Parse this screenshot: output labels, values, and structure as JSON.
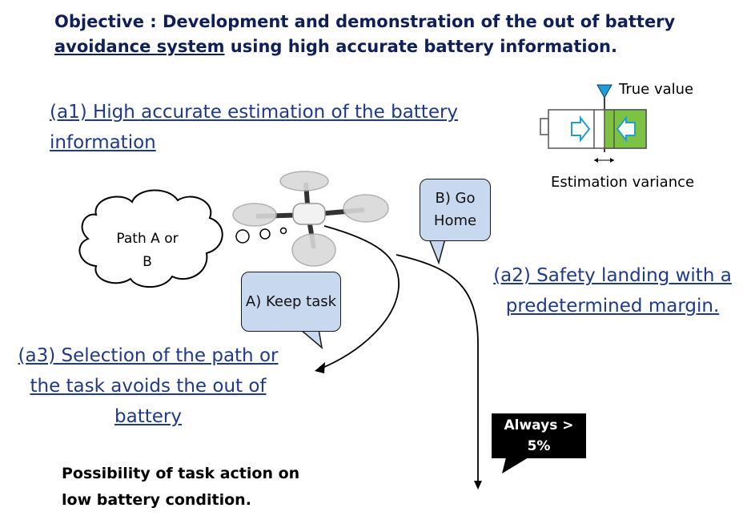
{
  "objective": {
    "prefix": "Objective : Development and demonstration of  the out of battery",
    "underlined": "avoidance system",
    "suffix": " using high accurate  battery information."
  },
  "a1": "(a1) High accurate estimation of the battery information",
  "a2": "(a2) Safety landing with a predetermined margin.",
  "a3": "(a3) Selection of the path or the task avoids the out of battery",
  "battery": {
    "true_value_label": "True value",
    "variance_label": "Estimation variance",
    "marker_color": "#1f9fd6",
    "fill_color": "#7cc243"
  },
  "thought": {
    "label": "Path A or B"
  },
  "bubbles": {
    "keep_task": "A) Keep task",
    "go_home": "B) Go Home"
  },
  "always": "Always > 5%",
  "possibility": "Possibility of task action on low battery condition."
}
